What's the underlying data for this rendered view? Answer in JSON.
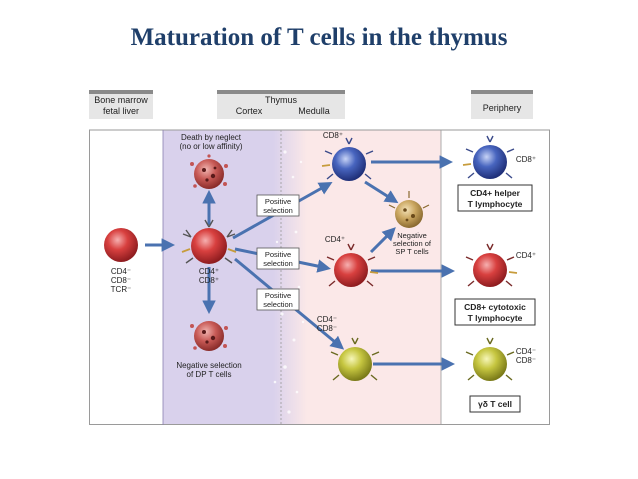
{
  "title": "Maturation of T cells in the thymus",
  "columns": {
    "bone_marrow_line1": "Bone marrow",
    "bone_marrow_line2": "fetal liver",
    "thymus": "Thymus",
    "cortex": "Cortex",
    "medulla": "Medulla",
    "periphery": "Periphery"
  },
  "labels": {
    "death_line1": "Death by neglect",
    "death_line2": "(no or low affinity)",
    "positive_line1": "Positive",
    "positive_line2": "selection",
    "neg_dp_line1": "Negative selection",
    "neg_dp_line2": "of DP T cells",
    "neg_sp_line1": "Negative",
    "neg_sp_line2": "selection of",
    "neg_sp_line3": "SP T cells",
    "precursor_cd4": "CD4⁻",
    "precursor_cd8": "CD8⁻",
    "precursor_tcr": "TCR⁻",
    "dp_cd4": "CD4⁺",
    "dp_cd8": "CD8⁺",
    "thymus_cd8": "CD8⁺",
    "thymus_cd4": "CD4⁺",
    "thymus_dn_cd4": "CD4⁻",
    "thymus_dn_cd8": "CD8⁻",
    "periph_cd8": "CD8⁺",
    "periph_cd4": "CD4⁺",
    "periph_dn_cd4": "CD4⁻",
    "periph_dn_cd8": "CD8⁻",
    "helper_line1": "CD4+ helper",
    "helper_line2": "T lymphocyte",
    "cytotoxic_line1": "CD8+ cytotoxic",
    "cytotoxic_line2": "T lymphocyte",
    "gd_cell": "γδ T cell"
  },
  "colors": {
    "title": "#1f3f6a",
    "cortex_bg": "#d9d1ec",
    "medulla_bg": "#fbe8e8",
    "arrow": "#4a72b0",
    "red_cell": "#d33a3c",
    "blue_cell": "#3e5cb4",
    "yellow_cell": "#c2c23e",
    "dead_cell": "#c25454",
    "tan_cell": "#c8a65c"
  }
}
